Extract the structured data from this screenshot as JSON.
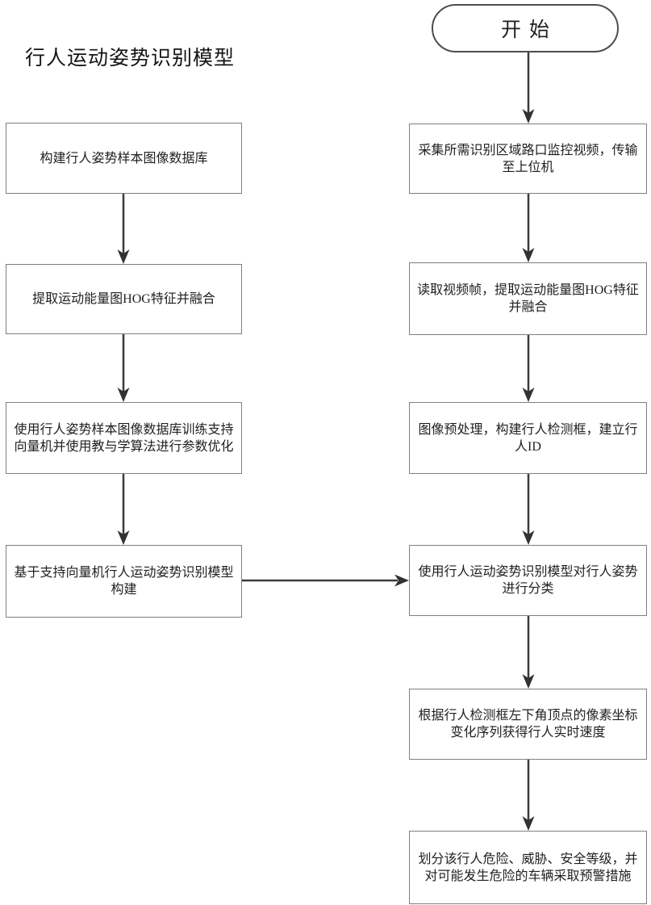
{
  "page": {
    "title": "行人运动姿势识别模型"
  },
  "flowchart": {
    "start": {
      "label": "开始",
      "shape": "stadium"
    },
    "left_column": {
      "steps": [
        {
          "label": "构建行人姿势样本图像数据库"
        },
        {
          "label": "提取运动能量图HOG特征并融合"
        },
        {
          "label": "使用行人姿势样本图像数据库训练支持\n向量机并使用教与学算法进行参数优化"
        },
        {
          "label": "基于支持向量机行人运动姿势识别模型\n构建"
        }
      ]
    },
    "right_column": {
      "steps": [
        {
          "label": "采集所需识别区域路口监控视频，传输\n至上位机"
        },
        {
          "label": "读取视频帧，提取运动能量图HOG特征\n并融合"
        },
        {
          "label": "图像预处理，构建行人检测框，建立行\n人ID"
        },
        {
          "label": "使用行人运动姿势识别模型对行人姿势\n进行分类"
        },
        {
          "label": "根据行人检测框左下角顶点的像素坐标\n变化序列获得行人实时速度"
        },
        {
          "label": "划分该行人危险、威胁、安全等级，并\n对可能发生危险的车辆采取预警措施"
        }
      ]
    },
    "colors": {
      "connector": "#3a3a3a",
      "arrowhead": "#323232",
      "box_border": "#7f7f7f",
      "stadium_border": "#4d4d4d",
      "text": "#1f1f1f",
      "background": "#ffffff"
    }
  }
}
